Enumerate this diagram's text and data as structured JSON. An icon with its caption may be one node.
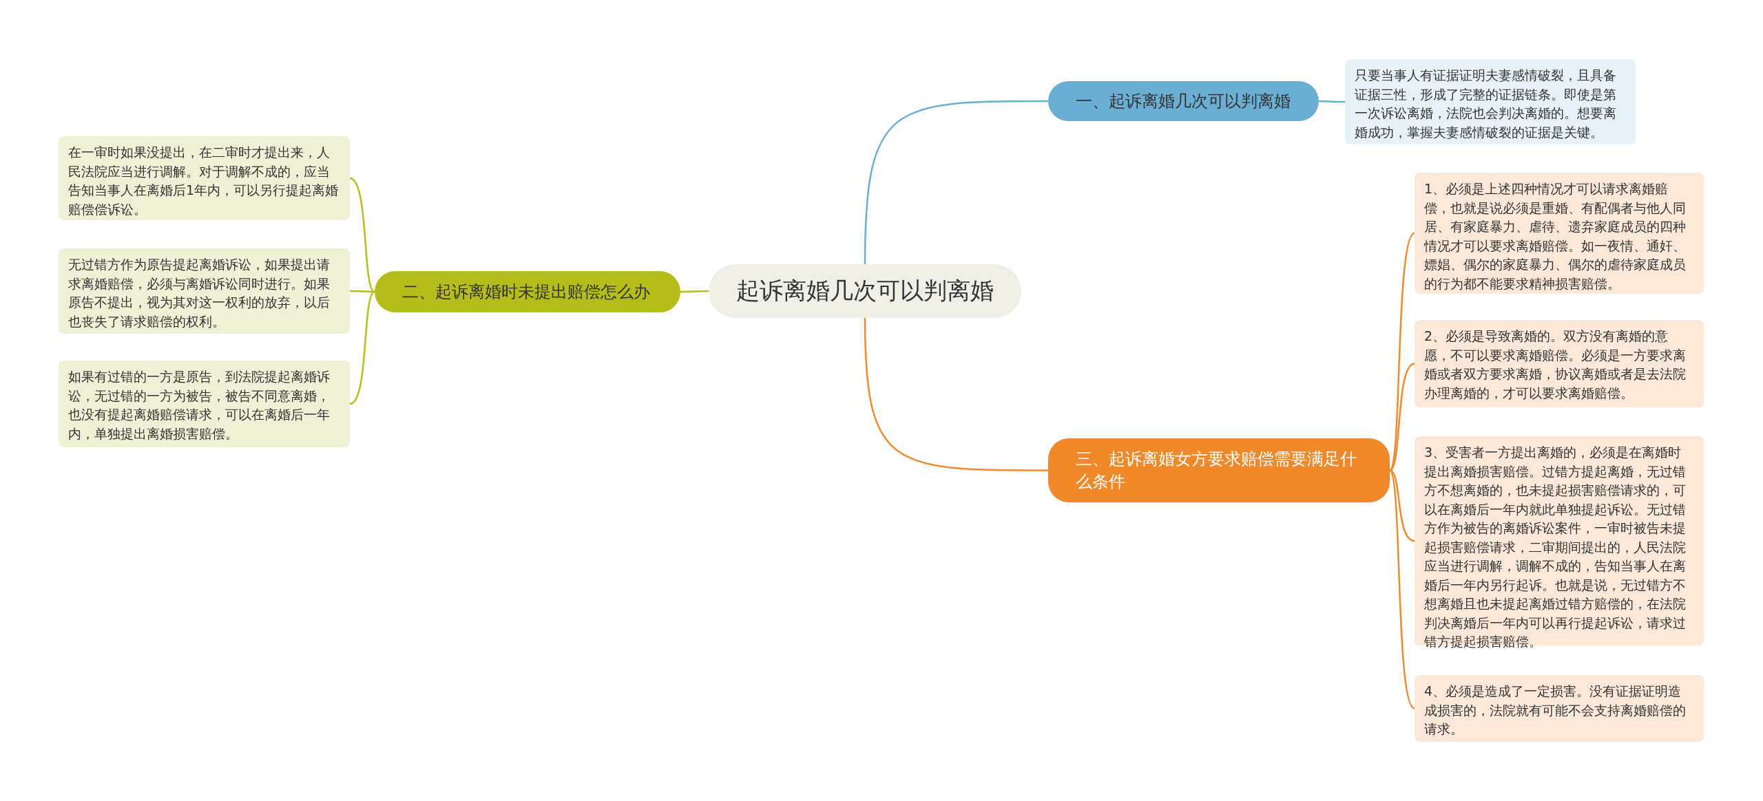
{
  "diagram": {
    "nodes": [
      {
        "text": [
          "起诉离婚几次可以判离婚"
        ]
      },
      {
        "text": [
          "一、起诉离婚几次可以判离婚"
        ]
      },
      {
        "text": [
          "只要当事人有证据证明夫妻感情破裂，且具备证据三性，形成了完整的证据链条。即使是第一次诉讼离婚，法院也会判决离婚的。想要离婚成功，掌握夫妻感情破裂的证据是关键。"
        ]
      },
      {
        "text": [
          "二、起诉离婚时未提出赔偿怎么办"
        ]
      },
      {
        "text": [
          "在一审时如果没提出，在二审时才提出来，人民法院应当进行调解。对于调解不成的，应当告知当事人在离婚后1年内，可以另行提起离婚赔偿偿诉讼。"
        ]
      },
      {
        "text": [
          "无过错方作为原告提起离婚诉讼，如果提出请求离婚赔偿，必须与离婚诉讼同时进行。如果原告不提出，视为其对这一权利的放弃，以后也丧失了请求赔偿的权利。"
        ]
      },
      {
        "text": [
          "如果有过错的一方是原告，到法院提起离婚诉讼，无过错的一方为被告，被告不同意离婚，也没有提起离婚赔偿请求，可以在离婚后一年内，单独提出离婚损害赔偿。"
        ]
      },
      {
        "text": [
          "三、起诉离婚女方要求赔偿需要满足什么条件"
        ]
      },
      {
        "text": [
          "1、必须是上述四种情况才可以请求离婚赔偿，也就是说必须是重婚、有配偶者与他人同居、有家庭暴力、虐待、遗弃家庭成员的四种情况才可以要求离婚赔偿。如一夜情、通奸、嫖娼、偶尔的家庭暴力、偶尔的虐待家庭成员的行为都不能要求精神损害赔偿。"
        ]
      },
      {
        "text": [
          "2、必须是导致离婚的。双方没有离婚的意愿，不可以要求离婚赔偿。必须是一方要求离婚或者双方要求离婚，协议离婚或者是去法院办理离婚的，才可以要求离婚赔偿。"
        ]
      },
      {
        "text": [
          "3、受害者一方提出离婚的，必须是在离婚时提出离婚损害赔偿。过错方提起离婚，无过错方不想离婚的，也未提起损害赔偿请求的，可以在离婚后一年内就此单独提起诉讼。无过错方作为被告的离婚诉讼案件，一审时被告未提起损害赔偿请求，二审期间提出的，人民法院应当进行调解，调解不成的，告知当事人在离婚后一年内另行起诉。也就是说，无过错方不想离婚且也未提起离婚过错方赔偿的，在法院判决离婚后一年内可以再行提起诉讼，请求过错方提起损害赔偿。"
        ]
      },
      {
        "text": [
          "4、必须是造成了一定损害。没有证据证明造成损害的，法院就有可能不会支持离婚赔偿的请求。"
        ]
      }
    ],
    "edges": [
      {
        "from": 0,
        "to": 1,
        "arrow": "none",
        "color": "#6aaed3"
      },
      {
        "from": 1,
        "to": 2,
        "arrow": "none",
        "color": "#6aaed3"
      },
      {
        "from": 0,
        "to": 3,
        "arrow": "none",
        "color": "#b5bd1b"
      },
      {
        "from": 3,
        "to": 4,
        "arrow": "none",
        "color": "#b5bd1b"
      },
      {
        "from": 3,
        "to": 5,
        "arrow": "none",
        "color": "#b5bd1b"
      },
      {
        "from": 3,
        "to": 6,
        "arrow": "none",
        "color": "#b5bd1b"
      },
      {
        "from": 0,
        "to": 7,
        "arrow": "none"
      },
      {
        "from": 7,
        "to": 8,
        "arrow": "none"
      },
      {
        "from": 7,
        "to": 9,
        "arrow": "none"
      },
      {
        "from": 7,
        "to": 10,
        "arrow": "none"
      },
      {
        "from": 7,
        "to": 11,
        "arrow": "none"
      }
    ]
  }
}
